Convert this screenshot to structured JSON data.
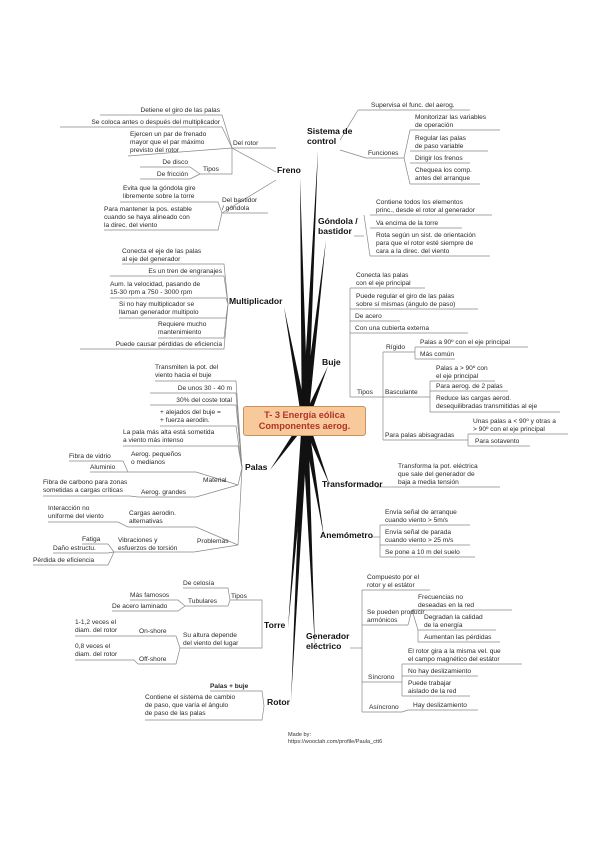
{
  "title": {
    "line1": "T- 3 Energía eólica",
    "line2": "Componentes aerog."
  },
  "footer": {
    "line1": "Made by:",
    "line2": "https://wooclah.com/profile/Paula_ctt6"
  },
  "branches": {
    "freno": "Freno",
    "multiplicador": "Multiplicador",
    "palas": "Palas",
    "torre": "Torre",
    "rotor": "Rotor",
    "sistema": [
      "Sistema de",
      "control"
    ],
    "gondola": [
      "Góndola /",
      "bastidor"
    ],
    "buje": "Buje",
    "transformador": "Transformador",
    "anemometro": "Anemómetro",
    "generador": [
      "Generador",
      "eléctrico"
    ]
  },
  "freno": {
    "l1": "Detiene el giro de las palas",
    "l2": "Se coloca antes o después del multiplicador",
    "l3": [
      "Ejercen un par de frenado",
      "mayor que el par máximo",
      "previsto del rotor"
    ],
    "rotor": "Del rotor",
    "disco": "De disco",
    "friccion": "De fricción",
    "tipos": "Tipos",
    "evita": [
      "Evita que la góndola gire",
      "libremente sobre la torre"
    ],
    "mantener": [
      "Para mantener la pos. estable",
      "cuando se haya alineado con",
      "la direc. del viento"
    ],
    "bastidor": [
      "Del bastidor",
      "/ góndola"
    ]
  },
  "mult": {
    "l1": [
      "Conecta el eje de las palas",
      "al eje del generador"
    ],
    "l2": "Es un tren de engranajes",
    "l3": [
      "Aum. la velocidad, pasando de",
      "15-30 rpm a 750 - 3000 rpm"
    ],
    "l4": [
      "Si no hay multiplicador se",
      "llaman generador multipolo"
    ],
    "l5": [
      "Requiere mucho",
      "mantenimiento"
    ],
    "l6": "Puede causar pérdidas de eficiencia"
  },
  "palas": {
    "l1": [
      "Transmiten la pot. del",
      "viento hacia el buje"
    ],
    "l2": "De unos 30 - 40 m",
    "l3": "30% del coste total",
    "l4": [
      "+ alejados del buje =",
      "+ fuerza aerodin."
    ],
    "l5": [
      "La pala más alta está sometida",
      "a viento más intenso"
    ],
    "vidrio": "Fibra de vidrio",
    "aluminio": "Aluminio",
    "carbono": [
      "Fibra de carbono para zonas",
      "sometidas a cargas críticas"
    ],
    "peq": [
      "Aerog. pequeños",
      "o medianos"
    ],
    "grandes": "Aerog. grandes",
    "material": "Material",
    "interaccion": [
      "Interacción no",
      "uniforme del viento"
    ],
    "cargas": [
      "Cargas aerodin.",
      "alternativas"
    ],
    "fatiga": "Fatiga",
    "dano": "Daño estructu.",
    "perdida": "Pérdida de eficiencia",
    "vibraciones": [
      "Vibraciones y",
      "esfuerzos de torsión"
    ],
    "problemas": "Problemas"
  },
  "torre": {
    "celosia": "De celosía",
    "famosos": "Más famosos",
    "laminado": "De acero laminado",
    "tubulares": "Tubulares",
    "tipos": "Tipos",
    "onshore_desc": [
      "1-1,2 veces el",
      "diam. del rotor"
    ],
    "onshore": "On-shore",
    "offshore_desc": [
      "0,8 veces el",
      "diam. del rotor"
    ],
    "offshore": "Off-shore",
    "altura": [
      "Su altura depende",
      "del viento del lugar"
    ]
  },
  "rotor": {
    "palas_buje": "Palas + buje",
    "desc": [
      "Contiene el sistema de cambio",
      "de paso, que varía el ángulo",
      "de paso de las palas"
    ]
  },
  "sistema": {
    "supervisa": "Supervisa el func. del aerog.",
    "monitorizar": [
      "Monitorizar las variables",
      "de operación"
    ],
    "regular": [
      "Regular las palas",
      "de paso variable"
    ],
    "dirigir": "Dirigir los frenos",
    "chequea": [
      "Chequea los comp.",
      "antes del arranque"
    ],
    "funciones": "Funciones"
  },
  "gondola": {
    "contiene": [
      "Contiene todos los elementos",
      "princ., desde el rotor al generador"
    ],
    "encima": "Va encima de la torre",
    "rota": [
      "Rota según un sist. de orientación",
      "para que el rotor esté siempre de",
      "cara a la direc. del viento"
    ]
  },
  "buje": {
    "conecta": [
      "Conecta las palas",
      "con el eje principal"
    ],
    "regular": [
      "Puede regular el giro de las palas",
      "sobre sí mismas (ángulo de paso)"
    ],
    "acero": "De acero",
    "cubierta": "Con una cubierta externa",
    "rigido": "Rígido",
    "rig1": "Palas a 90º con el eje principal",
    "rig2": "Más común",
    "basculante": "Basculante",
    "bas1": [
      "Palas a > 90º con",
      "el eje principal"
    ],
    "bas2": "Para aerog. de 2 palas",
    "bas3": [
      "Reduce las cargas aerod.",
      "desequilibradas transmitidas al eje"
    ],
    "tipos": "Tipos",
    "abis": "Para palas abisagradas",
    "abis1": [
      "Unas palas a < 90º y otras a",
      "> 90º con el eje principal"
    ],
    "abis2": "Para sotavento"
  },
  "transformador": {
    "desc": [
      "Transforma la pot. eléctrica",
      "que sale del generador de",
      "baja a media tensión"
    ]
  },
  "anemometro": {
    "l1": [
      "Envía señal de arranque",
      "cuando viento > 5m/s"
    ],
    "l2": [
      "Envía señal de parada",
      "cuando viento > 25 m/s"
    ],
    "l3": "Se pone a 10 m del suelo"
  },
  "generador": {
    "compuesto": [
      "Compuesto por el",
      "rotor y el estátor"
    ],
    "producir": [
      "Se pueden producir",
      "armónicos"
    ],
    "frec": [
      "Frecuencias no",
      "deseadas en la red"
    ],
    "degradan": [
      "Degradan la calidad",
      "de la energía"
    ],
    "aumentan": "Aumentan las pérdidas",
    "sincrono": "Síncrono",
    "sin1": [
      "El rotor gira a la misma vel. que",
      "el campo magnético del estátor"
    ],
    "sin2": "No hay deslizamiento",
    "sin3": [
      "Puede trabajar",
      "aislado de la red"
    ],
    "asincrono": "Asíncrono",
    "asin1": "Hay deslizamiento"
  }
}
